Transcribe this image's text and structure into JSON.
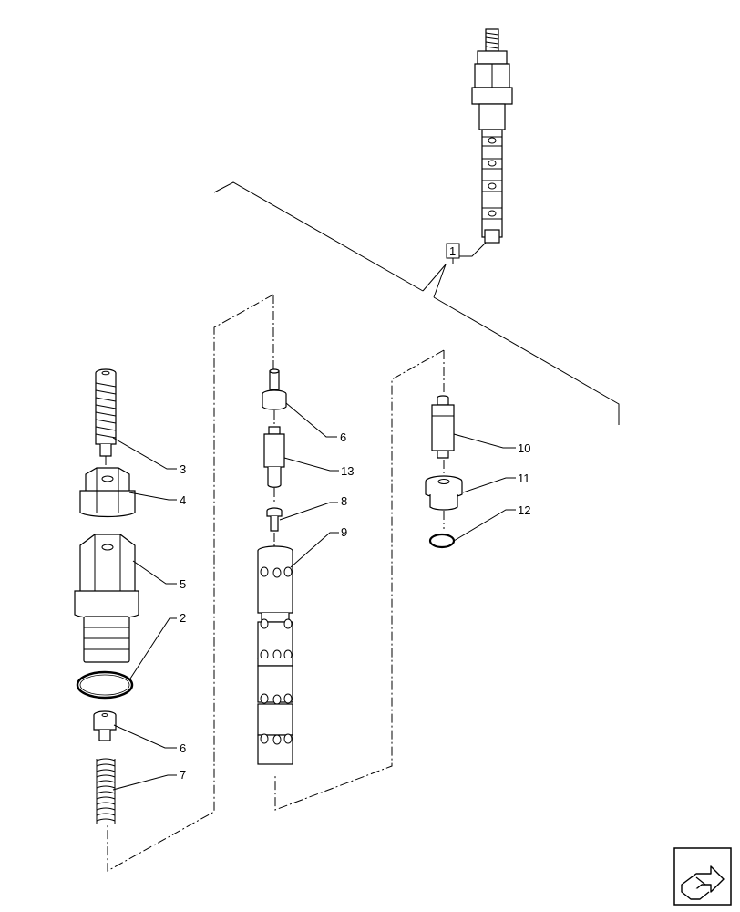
{
  "callouts": {
    "c1": "1",
    "c2": "2",
    "c3": "3",
    "c4": "4",
    "c5": "5",
    "c6a": "6",
    "c6b": "6",
    "c7": "7",
    "c8": "8",
    "c9": "9",
    "c10": "10",
    "c11": "11",
    "c12": "12",
    "c13": "13"
  },
  "nav_icon": "next-page-arrow-icon"
}
